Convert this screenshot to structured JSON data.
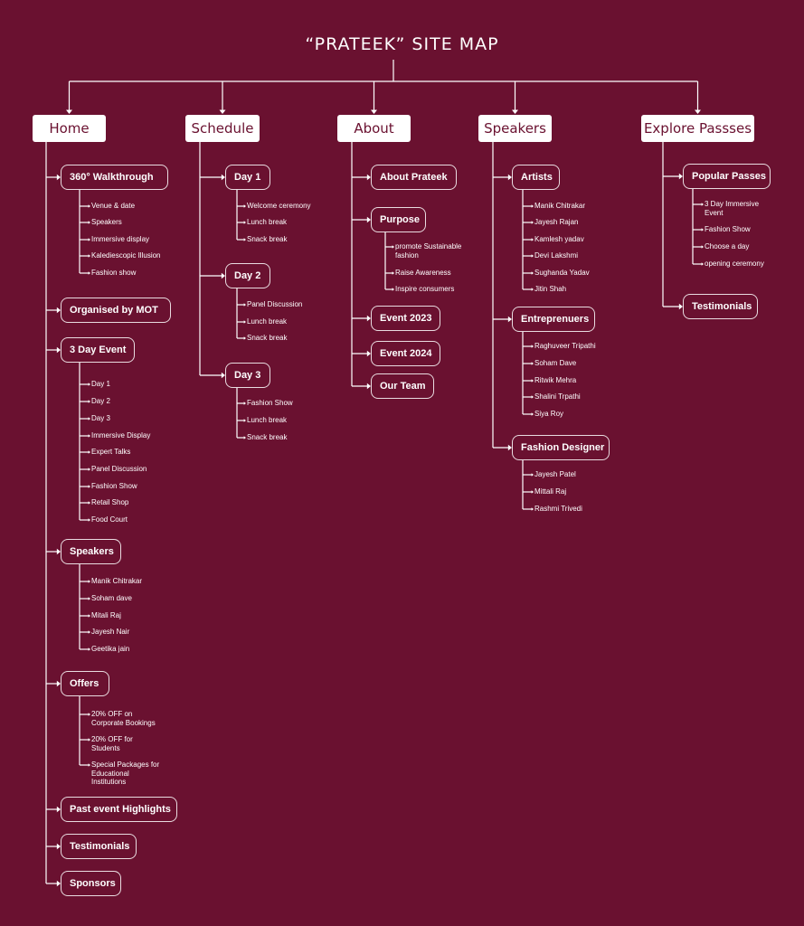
{
  "title": "“PRATEEK” SITE MAP",
  "columns": [
    {
      "label": "Home",
      "children": [
        {
          "label": "360° Walkthrough",
          "items": [
            "Venue & date",
            "Speakers",
            "Immersive display",
            "Kalediescopic Illusion",
            "Fashion show"
          ]
        },
        {
          "label": "Organised by MOT",
          "items": []
        },
        {
          "label": "3 Day Event",
          "items": [
            "Day 1",
            "Day 2",
            "Day 3",
            "Immersive Display",
            "Expert Talks",
            "Panel Discussion",
            "Fashion Show",
            "Retail Shop",
            "Food Court"
          ]
        },
        {
          "label": "Speakers",
          "items": [
            "Manik Chitrakar",
            "Soham dave",
            "Mitali Raj",
            "Jayesh Nair",
            "Geetika jain"
          ]
        },
        {
          "label": "Offers",
          "items": [
            "20% OFF on\nCorporate Bookings",
            "20% OFF for\nStudents",
            "Special Packages for\nEducational\nInstitutions"
          ]
        },
        {
          "label": "Past event Highlights",
          "items": []
        },
        {
          "label": "Testimonials",
          "items": []
        },
        {
          "label": "Sponsors",
          "items": []
        }
      ]
    },
    {
      "label": "Schedule",
      "children": [
        {
          "label": "Day 1",
          "items": [
            "Welcome ceremony",
            "Lunch break",
            "Snack break"
          ]
        },
        {
          "label": "Day 2",
          "items": [
            "Panel Discussion",
            "Lunch break",
            "Snack break"
          ]
        },
        {
          "label": "Day 3",
          "items": [
            "Fashion Show",
            "Lunch break",
            "Snack break"
          ]
        }
      ]
    },
    {
      "label": "About",
      "children": [
        {
          "label": "About Prateek",
          "items": []
        },
        {
          "label": "Purpose",
          "items": [
            "promote Sustainable\nfashion",
            "Raise Awareness",
            "Inspire consumers"
          ]
        },
        {
          "label": "Event 2023",
          "items": []
        },
        {
          "label": "Event 2024",
          "items": []
        },
        {
          "label": "Our Team",
          "items": []
        }
      ]
    },
    {
      "label": "Speakers",
      "children": [
        {
          "label": "Artists",
          "items": [
            "Manik Chitrakar",
            "Jayesh Rajan",
            "Kamlesh yadav",
            "Devi Lakshmi",
            "Sughanda Yadav",
            "Jitin Shah"
          ]
        },
        {
          "label": "Entreprenuers",
          "items": [
            "Raghuveer Tripathi",
            "Soham Dave",
            "Ritwik Mehra",
            "Shalini Trpathi",
            "Siya Roy"
          ]
        },
        {
          "label": "Fashion Designer",
          "items": [
            "Jayesh Patel",
            "Mittali Raj",
            "Rashmi Trivedi"
          ]
        }
      ]
    },
    {
      "label": "Explore Passses",
      "children": [
        {
          "label": "Popular Passes",
          "items": [
            "3 Day Immersive\nEvent",
            "Fashion Show",
            "Choose a day",
            "opening ceremony"
          ]
        },
        {
          "label": "Testimonials",
          "items": []
        }
      ]
    }
  ]
}
